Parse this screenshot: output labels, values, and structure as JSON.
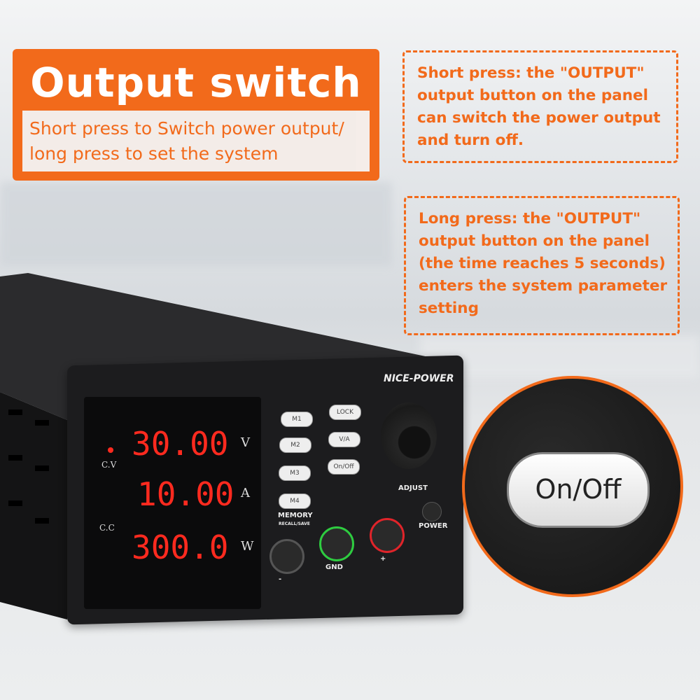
{
  "header": {
    "title": "Output switch",
    "subtitle_line1": "Short press to Switch power output/",
    "subtitle_line2": "long press to set the system"
  },
  "callouts": [
    {
      "lines": [
        "Short press: the \"OUTPUT\"",
        "output button on the panel",
        "can switch the power output",
        "and turn off."
      ]
    },
    {
      "lines": [
        "Long press: the \"OUTPUT\"",
        "output button on the panel",
        "(the time reaches 5 seconds)",
        "enters the system parameter",
        "setting"
      ]
    }
  ],
  "device": {
    "brand": "NICE-POWER",
    "readings": [
      {
        "value": "30.00",
        "unit": "V"
      },
      {
        "value": "10.00",
        "unit": "A"
      },
      {
        "value": "300.0",
        "unit": "W"
      }
    ],
    "cv_label": "C.V",
    "cc_label": "C.C",
    "memory_buttons": [
      "M1",
      "M2",
      "M3",
      "M4"
    ],
    "function_buttons": [
      "LOCK",
      "V/A",
      "On/Off"
    ],
    "memory_label": "MEMORY",
    "memory_sublabel": "RECALL/SAVE",
    "adjust_label": "ADJUST",
    "power_label": "POWER",
    "gnd_label": "GND",
    "minus_label": "-",
    "plus_label": "+"
  },
  "zoom_view": {
    "button_label": "On/Off"
  },
  "colors": {
    "accent": "#f26a1b",
    "display_digits": "#ff2a1f",
    "gnd_ring": "#2ecc40",
    "plus_ring": "#e0242a"
  }
}
